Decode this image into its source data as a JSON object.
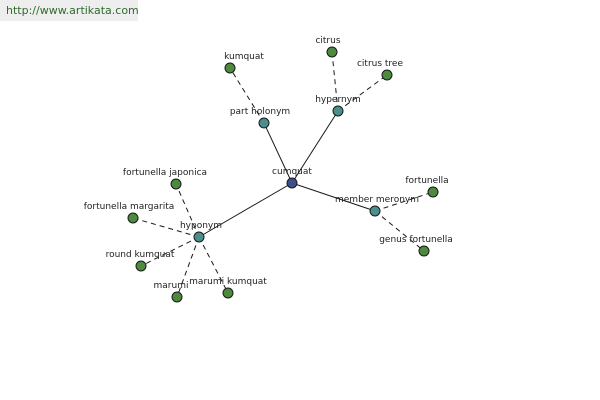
{
  "banner": {
    "url": "http://www.artikata.com"
  },
  "colors": {
    "center": "#3c4f8c",
    "relation": "#4a8e8e",
    "leaf": "#4d8a3e",
    "stroke": "#1a1a1a"
  },
  "graph": {
    "center": {
      "label": "cumquat"
    },
    "relations": [
      {
        "label": "part holonym",
        "leaves": [
          {
            "label": "kumquat"
          }
        ]
      },
      {
        "label": "hypernym",
        "leaves": [
          {
            "label": "citrus"
          },
          {
            "label": "citrus tree"
          }
        ]
      },
      {
        "label": "member meronym",
        "leaves": [
          {
            "label": "fortunella"
          },
          {
            "label": "genus fortunella"
          }
        ]
      },
      {
        "label": "hyponym",
        "leaves": [
          {
            "label": "fortunella japonica"
          },
          {
            "label": "fortunella margarita"
          },
          {
            "label": "round kumquat"
          },
          {
            "label": "marumi"
          },
          {
            "label": "marumi kumquat"
          }
        ]
      }
    ]
  }
}
